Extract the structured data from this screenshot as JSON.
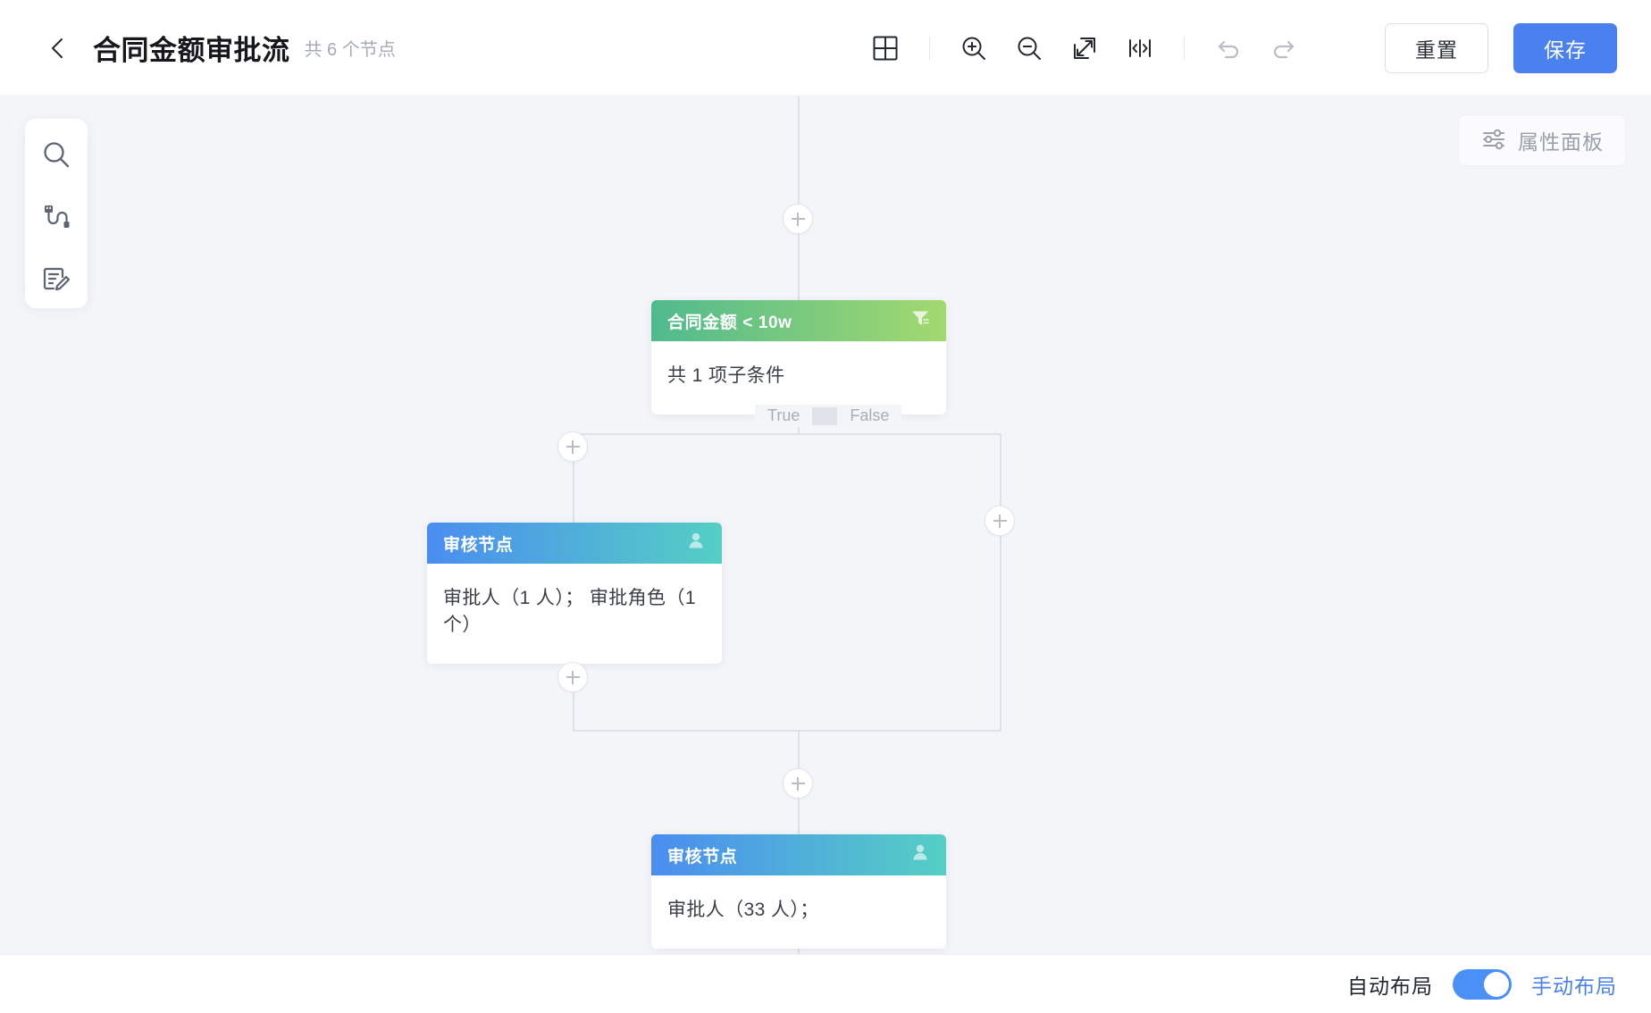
{
  "header": {
    "back_icon": "chevron-left-icon",
    "title": "合同金额审批流",
    "subtitle": "共 6 个节点",
    "toolbar": [
      {
        "name": "grid-layout-icon",
        "label": "grid",
        "disabled": false
      },
      {
        "name": "zoom-in-icon",
        "label": "zoom-in",
        "disabled": false
      },
      {
        "name": "zoom-out-icon",
        "label": "zoom-out",
        "disabled": false
      },
      {
        "name": "fit-screen-icon",
        "label": "fit-screen",
        "disabled": false
      },
      {
        "name": "align-horizontal-icon",
        "label": "align",
        "disabled": false
      },
      {
        "name": "undo-icon",
        "label": "undo",
        "disabled": true
      },
      {
        "name": "redo-icon",
        "label": "redo",
        "disabled": true
      }
    ],
    "reset_label": "重置",
    "save_label": "保存"
  },
  "canvas": {
    "rail": [
      {
        "icon": "search-icon",
        "label": "search"
      },
      {
        "icon": "connector-icon",
        "label": "connector"
      },
      {
        "icon": "document-edit-icon",
        "label": "edit-document"
      }
    ],
    "attribute_panel": {
      "icon": "sliders-icon",
      "label": "属性面板"
    },
    "branch_labels": {
      "true": "True",
      "false": "False"
    },
    "nodes": [
      {
        "id": "condition",
        "type": "condition",
        "title": "合同金额 < 10w",
        "icon": "filter-icon",
        "body": "共 1 项子条件"
      },
      {
        "id": "approval-1",
        "type": "approval",
        "title": "审核节点",
        "icon": "user-icon",
        "body": "审批人（1 人）；  审批角色（1 个）"
      },
      {
        "id": "approval-2",
        "type": "approval",
        "title": "审核节点",
        "icon": "user-icon",
        "body": "审批人（33 人）；"
      }
    ],
    "add_buttons": [
      {
        "id": "add-top"
      },
      {
        "id": "add-true-before"
      },
      {
        "id": "add-true-after"
      },
      {
        "id": "add-false"
      },
      {
        "id": "add-merge"
      },
      {
        "id": "add-bottom"
      }
    ]
  },
  "footer": {
    "auto_layout_label": "自动布局",
    "manual_layout_label": "手动布局",
    "toggle_on": true
  },
  "colors": {
    "primary": "#4a81ef",
    "condition_start": "#4fba8e",
    "condition_end": "#a3d96f",
    "approval_start": "#4a8df0",
    "approval_end": "#55cfc4",
    "canvas_bg": "#f4f5f9",
    "line": "#dfe1e8"
  }
}
